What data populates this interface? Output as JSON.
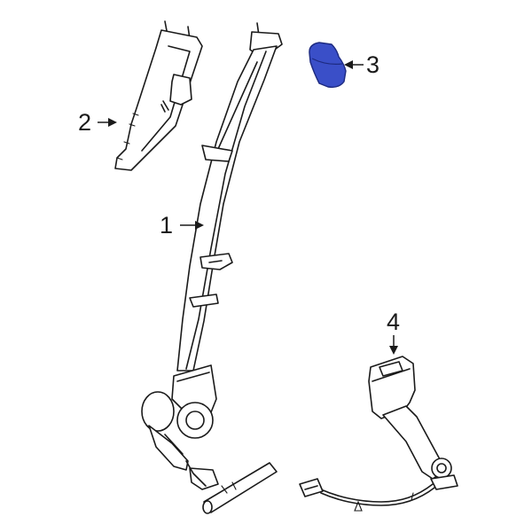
{
  "diagram": {
    "highlight_color": "#3a4fc8",
    "highlight_stroke": "#1d2a80",
    "line_color": "#1a1a1a",
    "callouts": [
      {
        "id": "1",
        "label": "1"
      },
      {
        "id": "2",
        "label": "2"
      },
      {
        "id": "3",
        "label": "3"
      },
      {
        "id": "4",
        "label": "4"
      }
    ]
  }
}
